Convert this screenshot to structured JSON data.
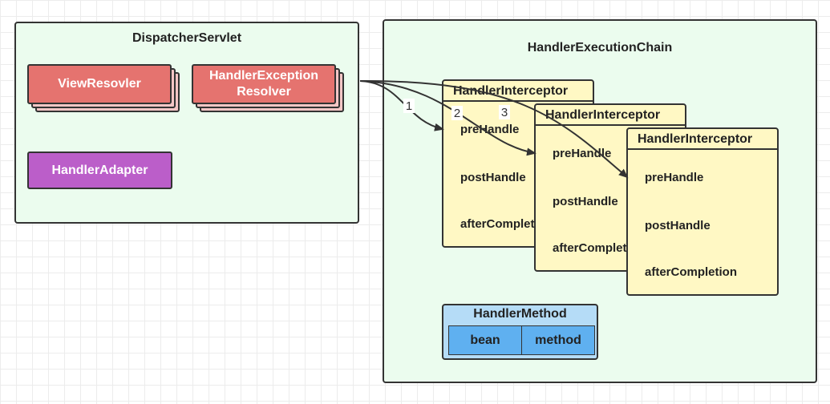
{
  "dispatcher": {
    "title": "DispatcherServlet",
    "view_resolver": "ViewResovler",
    "exception_resolver": [
      "HandlerException",
      "Resolver"
    ],
    "handler_adapter": "HandlerAdapter"
  },
  "chain": {
    "title": "HandlerExecutionChain",
    "interceptors": [
      {
        "title": "HandlerInterceptor",
        "methods": [
          "preHandle",
          "postHandle",
          "afterCompletion"
        ]
      },
      {
        "title": "HandlerInterceptor",
        "methods": [
          "preHandle",
          "postHandle",
          "afterCompletion"
        ]
      },
      {
        "title": "HandlerInterceptor",
        "methods": [
          "preHandle",
          "postHandle",
          "afterCompletion"
        ]
      }
    ],
    "handler_method": {
      "title": "HandlerMethod",
      "fields": [
        "bean",
        "method"
      ]
    }
  },
  "arrows": {
    "labels": [
      "1",
      "2",
      "3"
    ]
  },
  "colors": {
    "container_fill": "#ebfcee",
    "resolver_red": "#e5736f",
    "adapter_purple": "#bb5ec9",
    "interceptor_yellow": "#fff8c4",
    "handler_method_blue": "#b5dcf7",
    "cell_blue": "#5fb0f0"
  }
}
